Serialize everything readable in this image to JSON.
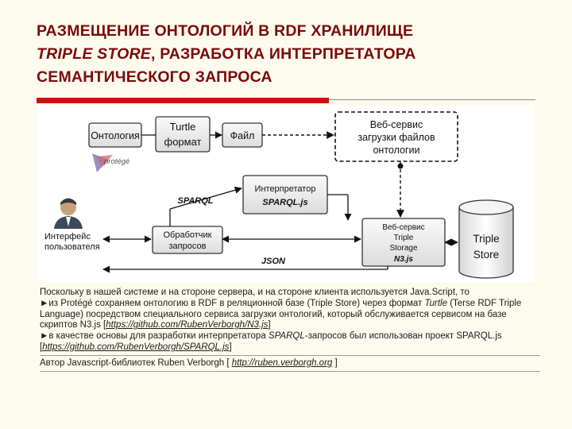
{
  "title": {
    "line1": "РАЗМЕЩЕНИЕ ОНТОЛОГИЙ В RDF ХРАНИЛИЩЕ",
    "line2_italic": "TRIPLE STORE",
    "line2_rest": ", РАЗРАБОТКА ИНТЕРПРЕТАТОРА",
    "line3": "СЕМАНТИЧЕСКОГО ЗАПРОСА"
  },
  "diagram": {
    "ontology": "Онтология",
    "turtle_l1": "Turtle",
    "turtle_l2": "формат",
    "file": "Файл",
    "protege": "protégé",
    "web_upload_l1": "Веб-сервис",
    "web_upload_l2": "загрузки файлов",
    "web_upload_l3": "онтологии",
    "interp_l1": "Интерпретатор",
    "interp_l2": "SPARQL.js",
    "sparql_label": "SPARQL",
    "handler_l1": "Обработчик",
    "handler_l2": "запросов",
    "storage_l1": "Веб-сервис",
    "storage_l2": "Triple",
    "storage_l3": "Storage",
    "storage_l4": "N3.js",
    "db_l1": "Triple",
    "db_l2": "Store",
    "json_label": "JSON",
    "ui_l1": "Интерфейс",
    "ui_l2": "пользователя"
  },
  "text": {
    "p1": "Поскольку в нашей системе и на стороне сервера, и на стороне клиента используется Java.Script, то",
    "p2_a": "►из Protégé сохраняем онтологию в RDF в реляционной базе (Triple Store) через формат ",
    "p2_italic": "Turtle",
    "p2_b": " (Terse RDF Triple Language) посредством специального сервиса загрузки онтологий, который обслуживается сервисом на базе скриптов N3.js [",
    "p2_link": "https://github.com/RubenVerborgh/N3.js",
    "p2_end": "]",
    "p3_a": "►в качестве основы для разработки интерпретатора ",
    "p3_italic": "SPARQL",
    "p3_b": "-запросов был использован проект SPARQL.js [",
    "p3_link": "https://github.com/RubenVerborgh/SPARQL.js",
    "p3_end": "]",
    "p4_a": "Автор Javascript-библиотек Ruben Verborgh [ ",
    "p4_link": "http://ruben.verborgh.org",
    "p4_end": " ]"
  }
}
